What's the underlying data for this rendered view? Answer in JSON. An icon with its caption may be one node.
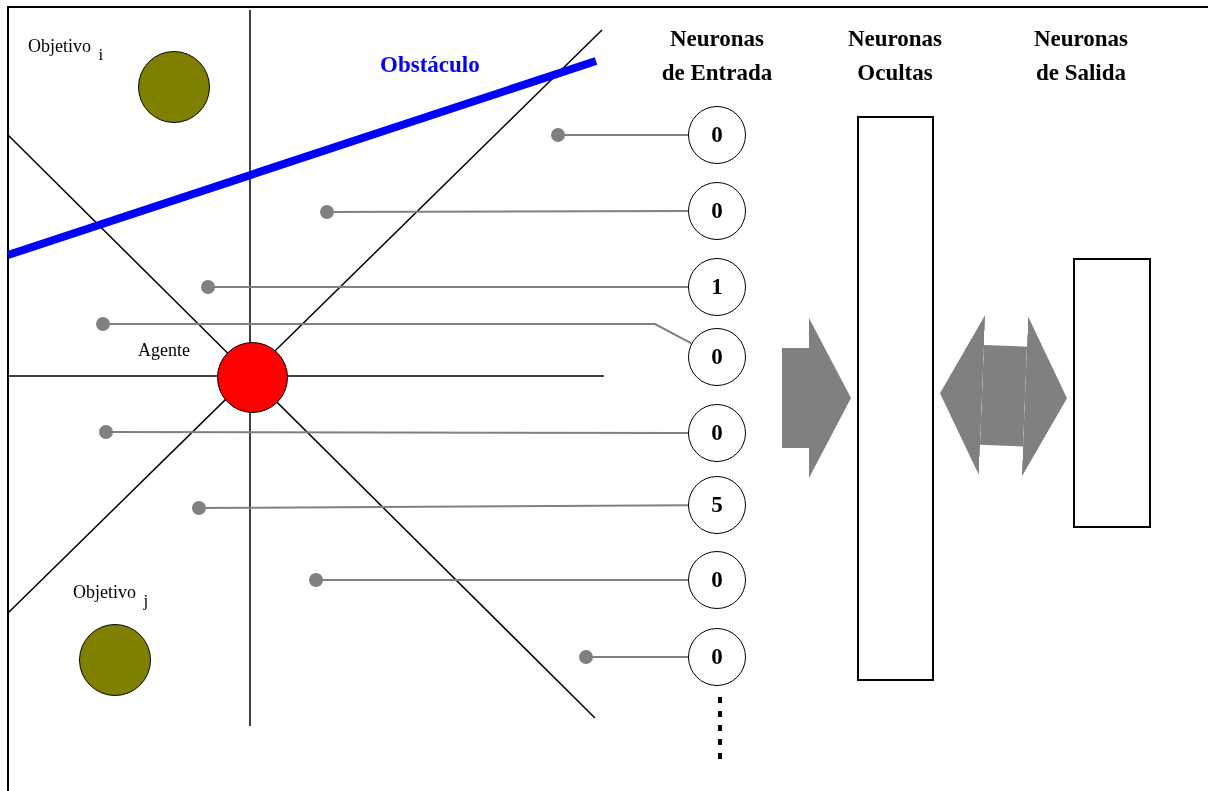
{
  "diagram": {
    "nodes": [
      {
        "text": [],
        "shape": "circle",
        "beside": [
          "Objetivo $_{i}$"
        ]
      },
      {
        "text": [
          "Neuronas Ocultas"
        ]
      },
      {
        "text": [],
        "shape": "box"
      },
      {
        "text": [
          "0"
        ]
      },
      {
        "text": [
          "0"
        ]
      },
      {
        "text": [
          "1"
        ]
      },
      {
        "text": [
          "0"
        ]
      },
      {
        "text": [
          "0"
        ]
      },
      {
        "text": [
          "5"
        ]
      },
      {
        "text": [
          "0"
        ]
      },
      {
        "text": [
          "0"
        ]
      },
      {
        "text": [],
        "shape": "circle",
        "beside": [
          "Agente"
        ]
      },
      {
        "text": [],
        "shape": "circle",
        "beside": [
          "Objetivo $_{j}$"
        ]
      }
    ],
    "edges": [
      {
        "from": null,
        "to": 3,
        "arrow": "other"
      },
      {
        "from": null,
        "to": 4,
        "arrow": "other"
      },
      {
        "from": null,
        "to": 5,
        "arrow": "other"
      },
      {
        "from": null,
        "to": 6,
        "arrow": "other"
      },
      {
        "from": null,
        "to": 7,
        "arrow": "other"
      },
      {
        "from": null,
        "to": 8,
        "arrow": "other"
      },
      {
        "from": null,
        "to": 9,
        "arrow": "other"
      },
      {
        "from": null,
        "to": 10,
        "arrow": "other"
      },
      {
        "from": null,
        "to": 1,
        "arrow": "to",
        "style": "thick"
      },
      {
        "from": 1,
        "to": 2,
        "arrow": "both",
        "style": "thick"
      }
    ],
    "labels": [
      "Obstáculo",
      "Neuronas de Entrada",
      "Neuronas de Salida"
    ]
  }
}
